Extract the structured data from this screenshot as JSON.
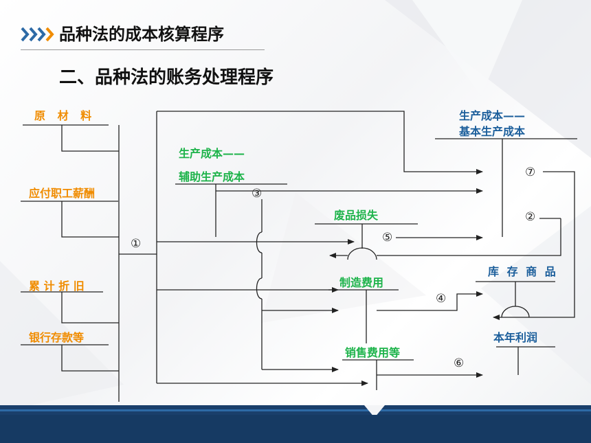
{
  "header": {
    "title": "品种法的成本核算程序",
    "section_title": "二、品种法的账务处理程序"
  },
  "labels": {
    "raw_material": "原 材 料",
    "payroll": "应付职工薪酬",
    "depreciation": "累 计 折 旧",
    "bank_deposit": "银行存款等",
    "aux_cost_line1": "生产成本——",
    "aux_cost_line2": "辅助生产成本",
    "basic_cost_line1": "生产成本——",
    "basic_cost_line2": "基本生产成本",
    "scrap_loss": "废品损失",
    "manufacturing_overhead": "制造费用",
    "selling_expenses": "销售费用等",
    "inventory": "库 存 商 品",
    "profit": "本年利润"
  },
  "steps": {
    "s1": "①",
    "s2": "②",
    "s3": "③",
    "s4": "④",
    "s5": "⑤",
    "s6": "⑥",
    "s7": "⑦"
  },
  "colors": {
    "orange": "#f08c00",
    "green": "#1db34a",
    "blue": "#1b5e9b",
    "footer_dark": "#1a3f6b",
    "footer_light": "#2d6aa6"
  }
}
